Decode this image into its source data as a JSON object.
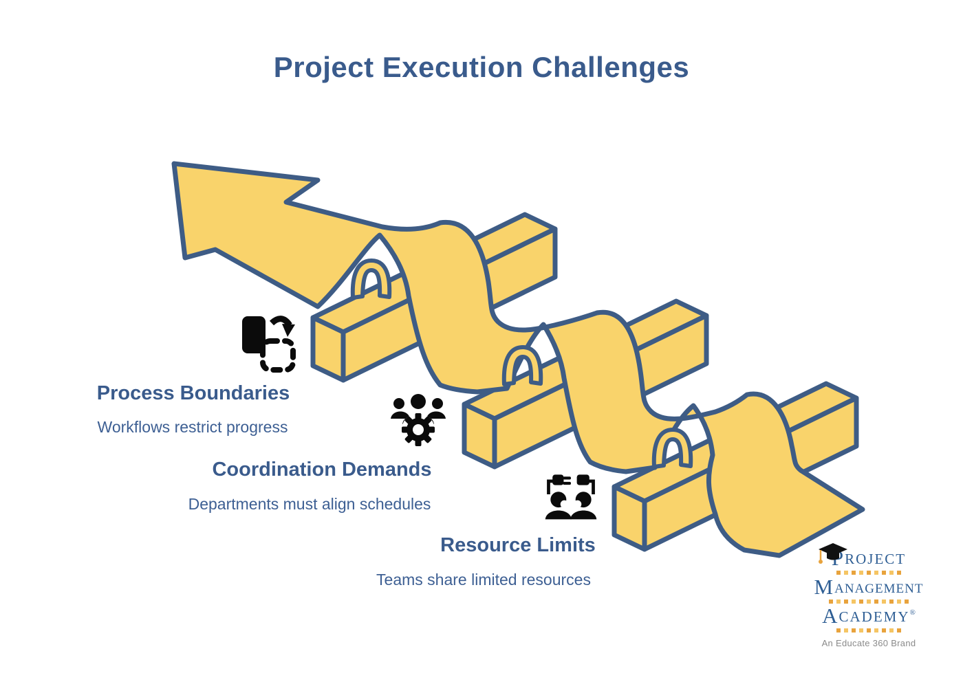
{
  "title": "Project Execution Challenges",
  "challenges": [
    {
      "label": "Process Boundaries",
      "description": "Workflows restrict progress",
      "icon": "device-rotate-icon"
    },
    {
      "label": "Coordination Demands",
      "description": "Departments must align schedules",
      "icon": "team-gear-icon"
    },
    {
      "label": "Resource Limits",
      "description": "Teams share limited resources",
      "icon": "shared-plug-icon"
    }
  ],
  "diagram": {
    "type": "isometric-arrow-over-hurdles",
    "hurdle_count": 3,
    "arrow_direction": "up-left"
  },
  "logo": {
    "line1_initial": "P",
    "line1_rest": "ROJECT",
    "line2_initial": "M",
    "line2_rest": "ANAGEMENT",
    "line3_initial": "A",
    "line3_rest": "CADEMY",
    "registered": "®",
    "tagline": "An Educate 360 Brand",
    "square_rows": [
      9,
      11,
      9
    ]
  },
  "colors": {
    "title_blue": "#3A5B8C",
    "outline_blue": "#3E5C85",
    "ribbon_yellow": "#F9D36B",
    "logo_blue": "#2E5E94",
    "logo_gold": "#E8A33D",
    "logo_gold_light": "#F5C564",
    "tagline_gray": "#8A8A8A",
    "icon_black": "#0B0B0B"
  }
}
